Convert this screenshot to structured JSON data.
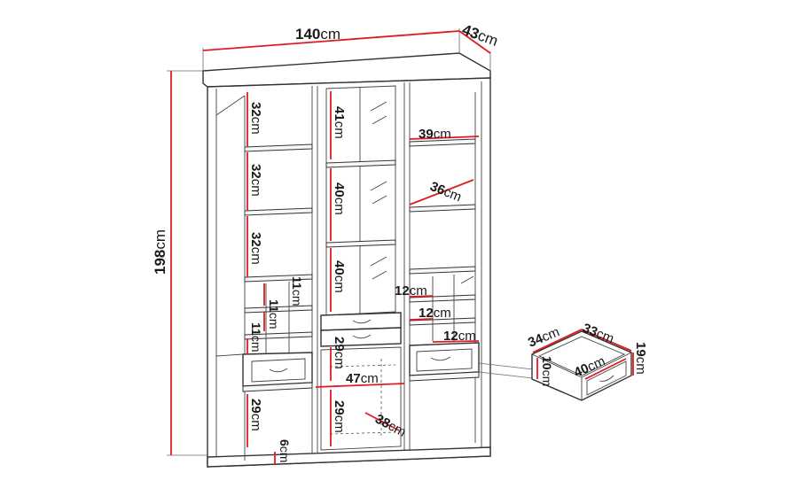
{
  "colors": {
    "line": "#333333",
    "dimension": "#e01b24",
    "text": "#1a1a1a"
  },
  "dimensions": {
    "width": {
      "value": "140",
      "unit": "cm"
    },
    "depth": {
      "value": "43",
      "unit": "cm"
    },
    "height": {
      "value": "198",
      "unit": "cm"
    },
    "left_shelf_1": {
      "value": "32",
      "unit": "cm"
    },
    "left_shelf_2": {
      "value": "32",
      "unit": "cm"
    },
    "left_shelf_3": {
      "value": "32",
      "unit": "cm"
    },
    "left_small_1": {
      "value": "11",
      "unit": "cm"
    },
    "left_small_2": {
      "value": "11",
      "unit": "cm"
    },
    "left_small_3": {
      "value": "11",
      "unit": "cm"
    },
    "left_bottom": {
      "value": "29",
      "unit": "cm"
    },
    "plinth": {
      "value": "6",
      "unit": "cm"
    },
    "center_1": {
      "value": "41",
      "unit": "cm"
    },
    "center_2": {
      "value": "40",
      "unit": "cm"
    },
    "center_3": {
      "value": "40",
      "unit": "cm"
    },
    "center_4": {
      "value": "29",
      "unit": "cm"
    },
    "center_5": {
      "value": "29",
      "unit": "cm"
    },
    "center_width": {
      "value": "47",
      "unit": "cm"
    },
    "right_width": {
      "value": "39",
      "unit": "cm"
    },
    "right_depth": {
      "value": "36",
      "unit": "cm"
    },
    "right_small_1": {
      "value": "12",
      "unit": "cm"
    },
    "right_small_2": {
      "value": "12",
      "unit": "cm"
    },
    "right_small_3": {
      "value": "12",
      "unit": "cm"
    },
    "bottom_depth": {
      "value": "38",
      "unit": "cm"
    },
    "drawer_depth": {
      "value": "34",
      "unit": "cm"
    },
    "drawer_width": {
      "value": "33",
      "unit": "cm"
    },
    "drawer_height": {
      "value": "10",
      "unit": "cm"
    },
    "drawer_front": {
      "value": "40",
      "unit": "cm"
    },
    "drawer_front_h": {
      "value": "19",
      "unit": "cm"
    }
  }
}
